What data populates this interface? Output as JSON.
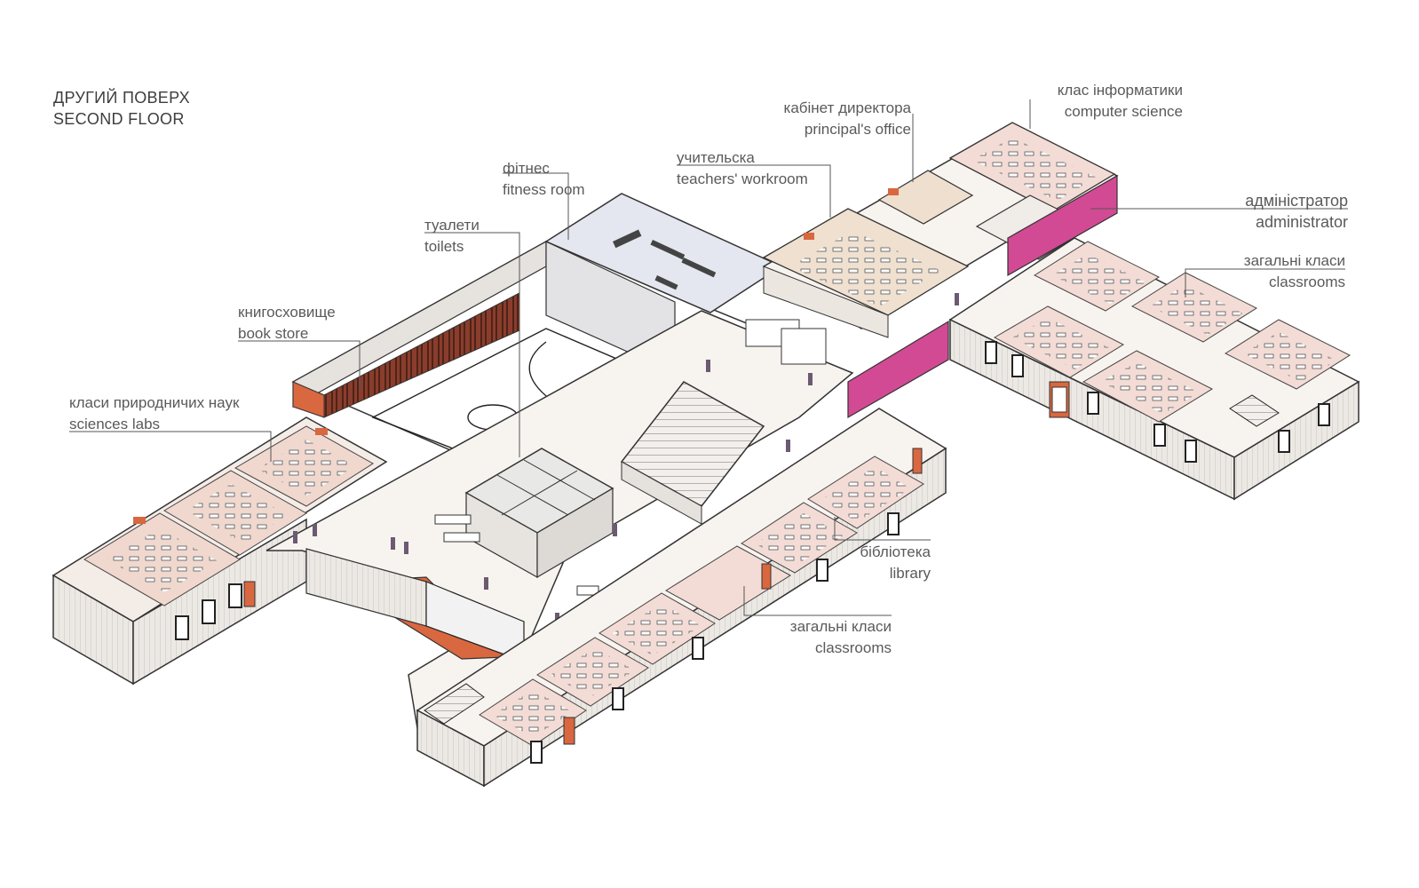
{
  "title": {
    "line1": "ДРУГИЙ ПОВЕРХ",
    "line2": "SECOND FLOOR"
  },
  "labels": {
    "fitness": {
      "uk": "фітнес",
      "en": "fitness room"
    },
    "toilets": {
      "uk": "туалети",
      "en": "toilets"
    },
    "bookstore": {
      "uk": "книгосховище",
      "en": "book store"
    },
    "sciences": {
      "uk": "класи природничих наук",
      "en": "sciences labs"
    },
    "principal": {
      "uk": "кабінет директора",
      "en": "principal's office"
    },
    "teachers": {
      "uk": "учительска",
      "en": "teachers' workroom"
    },
    "computer": {
      "uk": "клас інформатики",
      "en": "computer science"
    },
    "admin": {
      "uk": "адміністратор",
      "en": "administrator"
    },
    "classroomsEast": {
      "uk": "загальні класи",
      "en": "classrooms"
    },
    "library": {
      "uk": "бібліотека",
      "en": "library"
    },
    "classroomsSouth": {
      "uk": "загальні класи",
      "en": "classrooms"
    }
  },
  "colors": {
    "floor": "#f6f1ec",
    "wall": "#ece7e2",
    "room": "#f3dcd5",
    "accent": "#d9673f",
    "magenta": "#d34a94",
    "lines": "#333333"
  }
}
